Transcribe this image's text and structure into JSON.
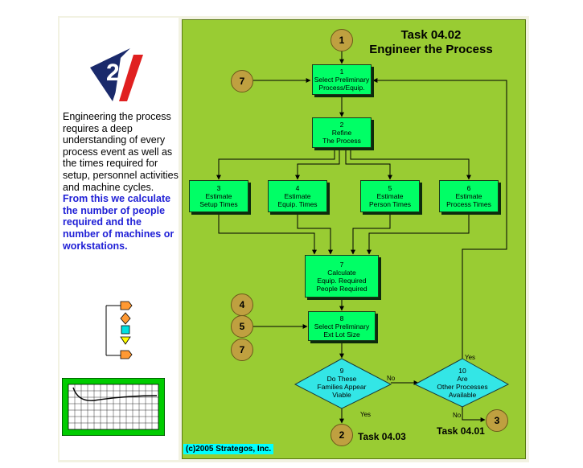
{
  "title": {
    "line1": "Task 04.02",
    "line2": "Engineer the Process"
  },
  "description": {
    "text": "Engineering the process requires a deep understanding of every process event as well as the times required for setup, personnel activities and machine cycles.",
    "highlight": "From this we calculate the number of people required and the number of machines or workstations."
  },
  "copyright": "(c)2005 Strategos, Inc.",
  "steps": {
    "s1": "1\nSelect Preliminary\nProcess/Equip.",
    "s2": "2\nRefine\nThe Process",
    "s3": "3\nEstimate\nSetup Times",
    "s4": "4\nEstimate\nEquip. Times",
    "s5": "5\nEstimate\nPerson Times",
    "s6": "6\nEstimate\nProcess Times",
    "s7": "7\nCalculate\nEquip. Required\nPeople Required",
    "s8": "8\nSelect Preliminary\nExt Lot Size"
  },
  "decisions": {
    "d9": "9\nDo These\nFamilies Appear\nViable",
    "d10": "10\nAre\nOther Processes\nAvailable"
  },
  "connectors": {
    "top": "1",
    "left7": "7",
    "c4": "4",
    "c5": "5",
    "c7b": "7",
    "out2": "2",
    "out3": "3"
  },
  "labels": {
    "no9": "No",
    "yes9": "Yes",
    "yes10": "Yes",
    "no10": "No",
    "next_task": "Task 04.03",
    "prev_task": "Task 04.01"
  },
  "colors": {
    "panel": "#99cc33",
    "box": "#00ff66",
    "diamond": "#33e6e6",
    "connector": "#bfa040",
    "highlight_text": "#1f1fd6",
    "chart_border": "#00cc00"
  }
}
